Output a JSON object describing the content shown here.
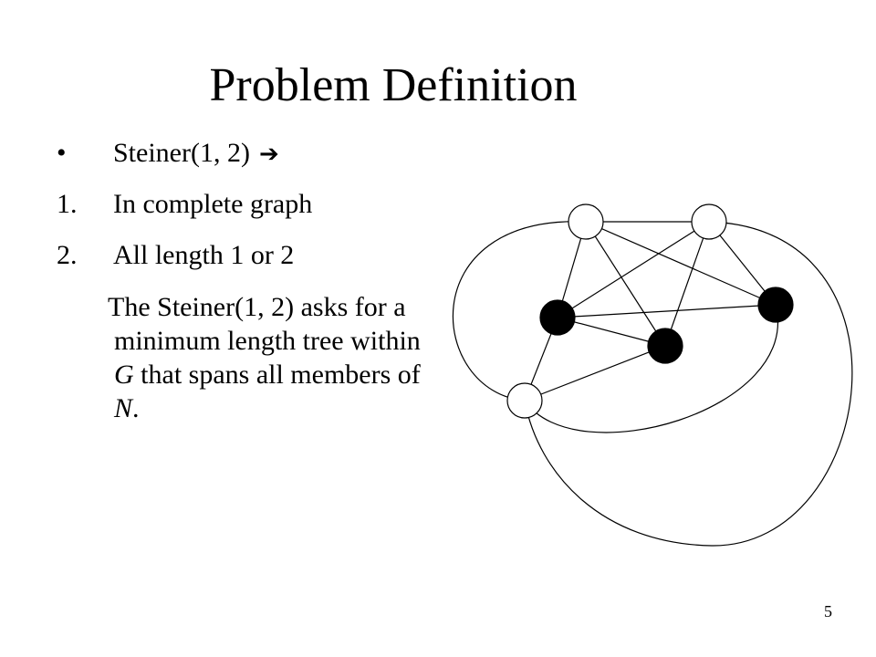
{
  "slide": {
    "title": "Problem Definition",
    "bullet_symbol": "•",
    "bullets": [
      {
        "marker": "•",
        "text": "Steiner(1, 2)",
        "icon": "right-arrow-icon"
      },
      {
        "marker": "1.",
        "text": "In complete graph"
      },
      {
        "marker": "2.",
        "text": "All length 1 or 2"
      }
    ],
    "paragraph": {
      "part1": "The Steiner(1, 2) asks for a minimum length tree within ",
      "var_g": "G",
      "part2": " that spans all members of ",
      "var_n": "N",
      "part3": "."
    },
    "page_number": "5"
  },
  "graph": {
    "colors": {
      "stroke": "#000000",
      "terminal_fill": "#000000",
      "steiner_fill": "#ffffff"
    },
    "nodes": [
      {
        "id": "top-left",
        "kind": "steiner"
      },
      {
        "id": "top-right",
        "kind": "steiner"
      },
      {
        "id": "left-terminal",
        "kind": "terminal"
      },
      {
        "id": "middle-terminal",
        "kind": "terminal"
      },
      {
        "id": "right-terminal",
        "kind": "terminal"
      },
      {
        "id": "bottom-left",
        "kind": "steiner"
      }
    ],
    "edges": [
      [
        "top-left",
        "top-right"
      ],
      [
        "top-left",
        "left-terminal"
      ],
      [
        "top-left",
        "middle-terminal"
      ],
      [
        "top-left",
        "right-terminal"
      ],
      [
        "top-right",
        "left-terminal"
      ],
      [
        "top-right",
        "middle-terminal"
      ],
      [
        "top-right",
        "right-terminal"
      ],
      [
        "left-terminal",
        "middle-terminal"
      ],
      [
        "left-terminal",
        "right-terminal"
      ],
      [
        "left-terminal",
        "bottom-left"
      ],
      [
        "middle-terminal",
        "bottom-left"
      ]
    ],
    "curved_edges": [
      [
        "top-left",
        "bottom-left"
      ],
      [
        "top-right",
        "bottom-left"
      ],
      [
        "right-terminal",
        "bottom-left"
      ]
    ]
  }
}
